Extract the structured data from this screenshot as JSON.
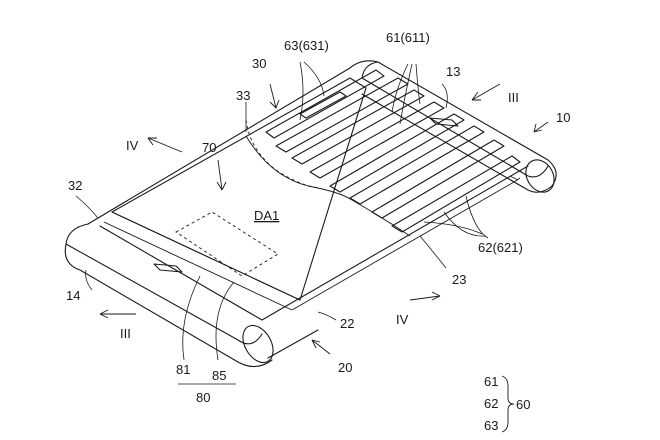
{
  "labels": {
    "n10": "10",
    "n13": "13",
    "n14": "14",
    "n20": "20",
    "n22": "22",
    "n23": "23",
    "n30": "30",
    "n32": "32",
    "n33": "33",
    "n61_611": "61(611)",
    "n62_621": "62(621)",
    "n63_631": "63(631)",
    "n70": "70",
    "da1": "DA1",
    "n81": "81",
    "n85": "85",
    "n80": "80",
    "sec_iii_top": "III",
    "sec_iii_bottom": "III",
    "sec_iv_left": "IV",
    "sec_iv_right": "IV"
  },
  "legend": {
    "items": [
      "61",
      "62",
      "63"
    ],
    "group": "60"
  }
}
